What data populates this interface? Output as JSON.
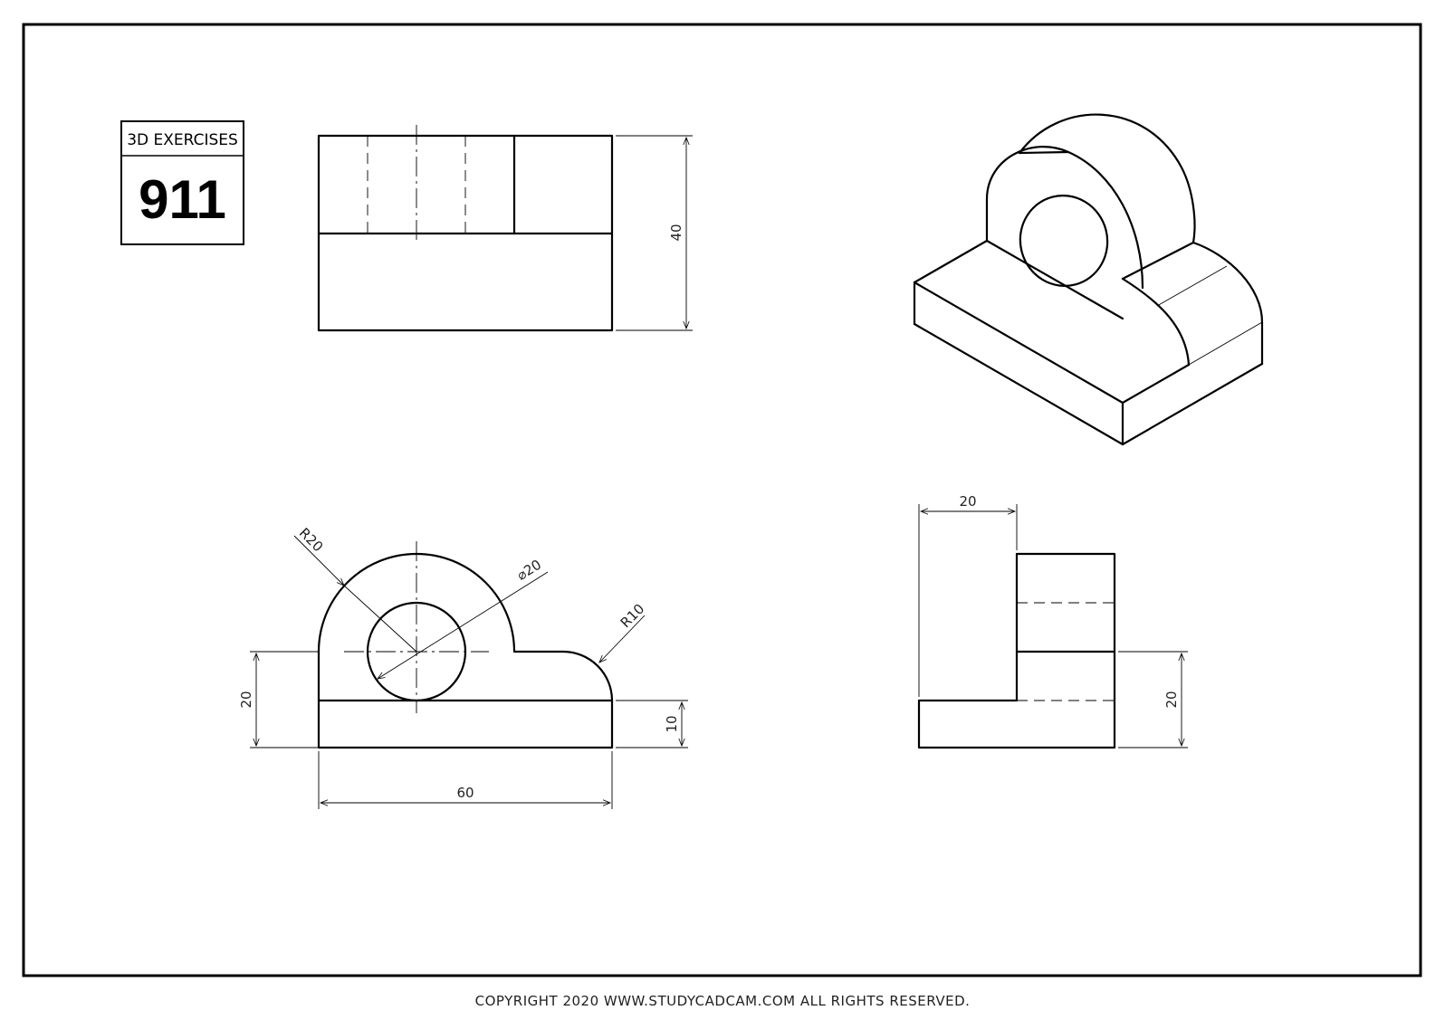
{
  "badge": {
    "label": "3D EXERCISES",
    "number": "911"
  },
  "dimensions": {
    "top_height": "40",
    "front_width": "60",
    "front_height_left": "20",
    "front_base": "10",
    "radius_big": "R20",
    "hole_dia": "⌀20",
    "radius_small": "R10",
    "side_width": "20",
    "side_height": "20"
  },
  "copyright": "COPYRIGHT   2020 WWW.STUDYCADCAM.COM ALL RIGHTS RESERVED."
}
